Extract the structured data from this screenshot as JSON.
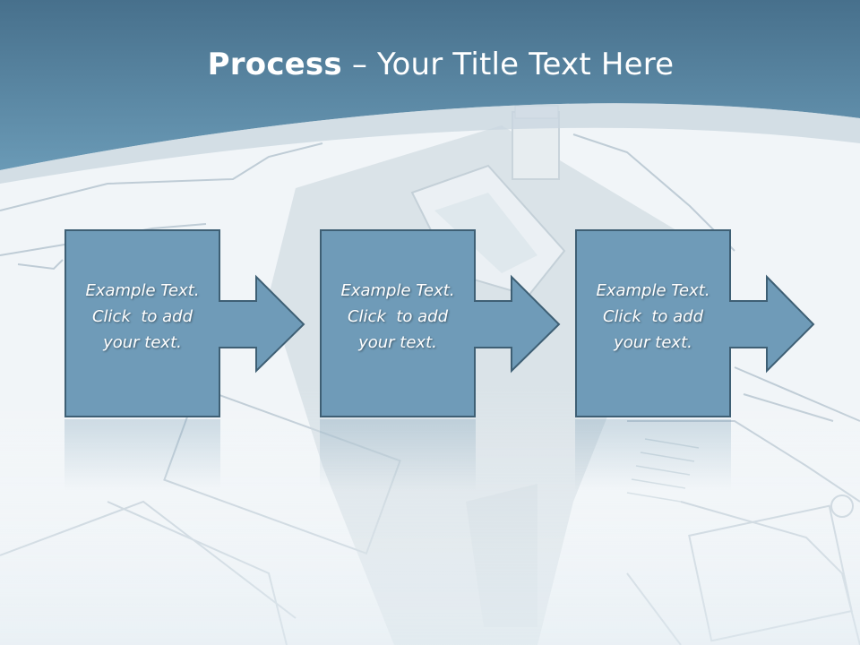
{
  "title": {
    "bold": "Process",
    "dash": " – ",
    "rest": "Your Title Text Here"
  },
  "steps": [
    {
      "line1": "Example Text.",
      "line2": "Click  to add",
      "line3": "your text."
    },
    {
      "line1": "Example Text.",
      "line2": "Click  to add",
      "line3": "your text."
    },
    {
      "line1": "Example Text.",
      "line2": "Click  to add",
      "line3": "your text."
    }
  ],
  "colors": {
    "header_blue": "#5a8aa8",
    "box_fill": "#6f9bb8",
    "box_border": "#3e5f74"
  }
}
